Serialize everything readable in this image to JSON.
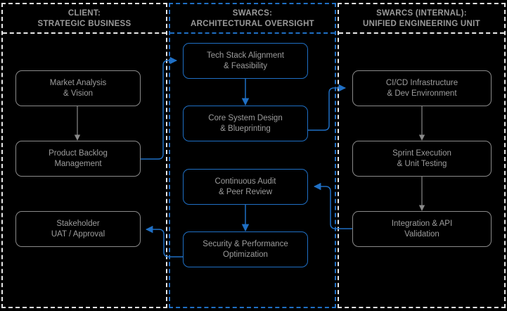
{
  "diagram": {
    "title_semantics": "swimlane-process-flow",
    "colors": {
      "background": "#000000",
      "accent_blue": "#1f6fc4",
      "node_border_gray": "#8a8a8a",
      "lane_border_light": "#e8e8e8",
      "text_gray": "#9d9d9d",
      "lane_title_gray": "#9a9a9a"
    },
    "lanes": [
      {
        "id": "client",
        "title": "CLIENT:\nSTRATEGIC BUSINESS",
        "border_style": "dashed",
        "border_color": "#e8e8e8"
      },
      {
        "id": "swarcs-oversight",
        "title": "SWARCS:\nARCHITECTURAL OVERSIGHT",
        "border_style": "dashed",
        "border_color": "#1f6fc4"
      },
      {
        "id": "swarcs-internal",
        "title": "SWARCS (INTERNAL):\nUNIFIED ENGINEERING UNIT",
        "border_style": "dashed",
        "border_color": "#e8e8e8"
      }
    ],
    "nodes": [
      {
        "id": "market-analysis",
        "lane": "client",
        "label": "Market Analysis\n& Vision",
        "style": "gray"
      },
      {
        "id": "product-backlog",
        "lane": "client",
        "label": "Product Backlog\nManagement",
        "style": "gray"
      },
      {
        "id": "stakeholder-uat",
        "lane": "client",
        "label": "Stakeholder\nUAT / Approval",
        "style": "gray"
      },
      {
        "id": "tech-stack-alignment",
        "lane": "swarcs-oversight",
        "label": "Tech Stack Alignment\n& Feasibility",
        "style": "blue"
      },
      {
        "id": "core-system-design",
        "lane": "swarcs-oversight",
        "label": "Core System Design\n& Blueprinting",
        "style": "blue"
      },
      {
        "id": "continuous-audit",
        "lane": "swarcs-oversight",
        "label": "Continuous Audit\n& Peer Review",
        "style": "blue"
      },
      {
        "id": "security-performance",
        "lane": "swarcs-oversight",
        "label": "Security & Performance\nOptimization",
        "style": "blue"
      },
      {
        "id": "cicd-infrastructure",
        "lane": "swarcs-internal",
        "label": "CI/CD Infrastructure\n& Dev Environment",
        "style": "gray"
      },
      {
        "id": "sprint-execution",
        "lane": "swarcs-internal",
        "label": "Sprint Execution\n& Unit Testing",
        "style": "gray"
      },
      {
        "id": "integration-api",
        "lane": "swarcs-internal",
        "label": "Integration & API\nValidation",
        "style": "gray"
      }
    ],
    "edges": [
      {
        "id": "market-to-backlog",
        "from": "market-analysis",
        "to": "product-backlog",
        "color": "gray",
        "kind": "vertical"
      },
      {
        "id": "backlog-to-techstack",
        "from": "product-backlog",
        "to": "tech-stack-alignment",
        "color": "blue",
        "kind": "elbow-right-up"
      },
      {
        "id": "techstack-to-design",
        "from": "tech-stack-alignment",
        "to": "core-system-design",
        "color": "blue",
        "kind": "vertical"
      },
      {
        "id": "design-to-cicd",
        "from": "core-system-design",
        "to": "cicd-infrastructure",
        "color": "blue",
        "kind": "elbow-right-up"
      },
      {
        "id": "cicd-to-sprint",
        "from": "cicd-infrastructure",
        "to": "sprint-execution",
        "color": "gray",
        "kind": "vertical"
      },
      {
        "id": "sprint-to-integration",
        "from": "sprint-execution",
        "to": "integration-api",
        "color": "gray",
        "kind": "vertical"
      },
      {
        "id": "integration-to-audit",
        "from": "integration-api",
        "to": "continuous-audit",
        "color": "blue",
        "kind": "elbow-left-up"
      },
      {
        "id": "audit-to-security",
        "from": "continuous-audit",
        "to": "security-performance",
        "color": "blue",
        "kind": "vertical"
      },
      {
        "id": "security-to-stakeholder",
        "from": "security-performance",
        "to": "stakeholder-uat",
        "color": "blue",
        "kind": "elbow-left-up"
      }
    ]
  }
}
